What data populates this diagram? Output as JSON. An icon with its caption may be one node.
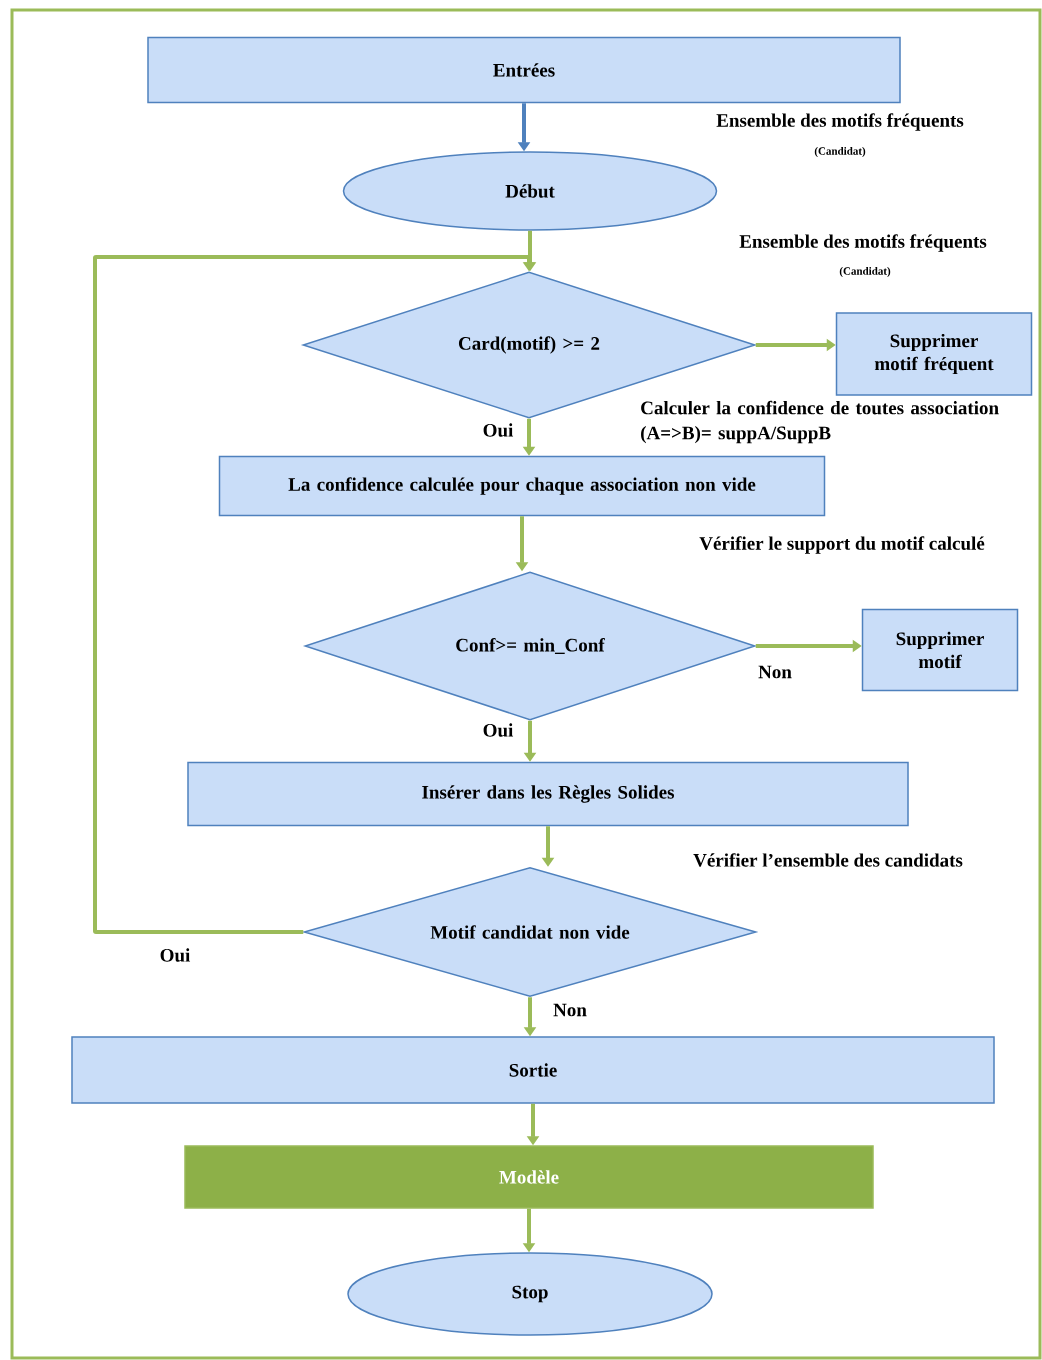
{
  "diagram": {
    "nodes": [
      {
        "text": [
          "Entrées"
        ]
      },
      {
        "text": [
          "Début"
        ]
      },
      {
        "text": [
          "Card(motif) >= 2"
        ]
      },
      {
        "text": [
          "Supprimer motif fréquent"
        ]
      },
      {
        "text": [
          "La confidence calculée pour chaque association non vide"
        ]
      },
      {
        "text": [
          "Conf>= min_Conf"
        ]
      },
      {
        "text": [
          "Supprimer motif"
        ]
      },
      {
        "text": [
          "Insérer dans les Règles Solides"
        ]
      },
      {
        "text": [
          "Motif candidat non vide"
        ]
      },
      {
        "text": [
          "Sortie"
        ]
      },
      {
        "text": [
          "Modèle"
        ]
      },
      {
        "text": [
          "Stop"
        ]
      }
    ],
    "edges": [
      {
        "from": 0,
        "to": 1,
        "arrow": "to",
        "color": "#4f81bd"
      },
      {
        "from": 1,
        "to": 2,
        "arrow": "to"
      },
      {
        "from": 2,
        "to": 3,
        "arrow": "to"
      },
      {
        "from": 2,
        "to": 4,
        "arrow": "to",
        "label": "Oui"
      },
      {
        "from": 4,
        "to": 5,
        "arrow": "to"
      },
      {
        "from": 5,
        "to": 6,
        "arrow": "to",
        "label": "Non"
      },
      {
        "from": 5,
        "to": 7,
        "arrow": "to",
        "label": "Oui"
      },
      {
        "from": 7,
        "to": 8,
        "arrow": "to"
      },
      {
        "from": 8,
        "to": 2,
        "arrow": "to",
        "label": "Oui"
      },
      {
        "from": 8,
        "to": 9,
        "arrow": "to",
        "label": "Non"
      },
      {
        "from": 9,
        "to": 10,
        "arrow": "to"
      },
      {
        "from": 10,
        "to": 11,
        "arrow": "to"
      }
    ],
    "labels": [
      "Ensemble des motifs fréquents",
      "(Candidat)",
      "Ensemble des motifs fréquents",
      "(Candidat)",
      "Calculer la confidence de toutes association (A=>B)= suppA/SuppB",
      "Vérifier le support du motif calculé",
      "Vérifier l’ensemble des candidats"
    ]
  }
}
